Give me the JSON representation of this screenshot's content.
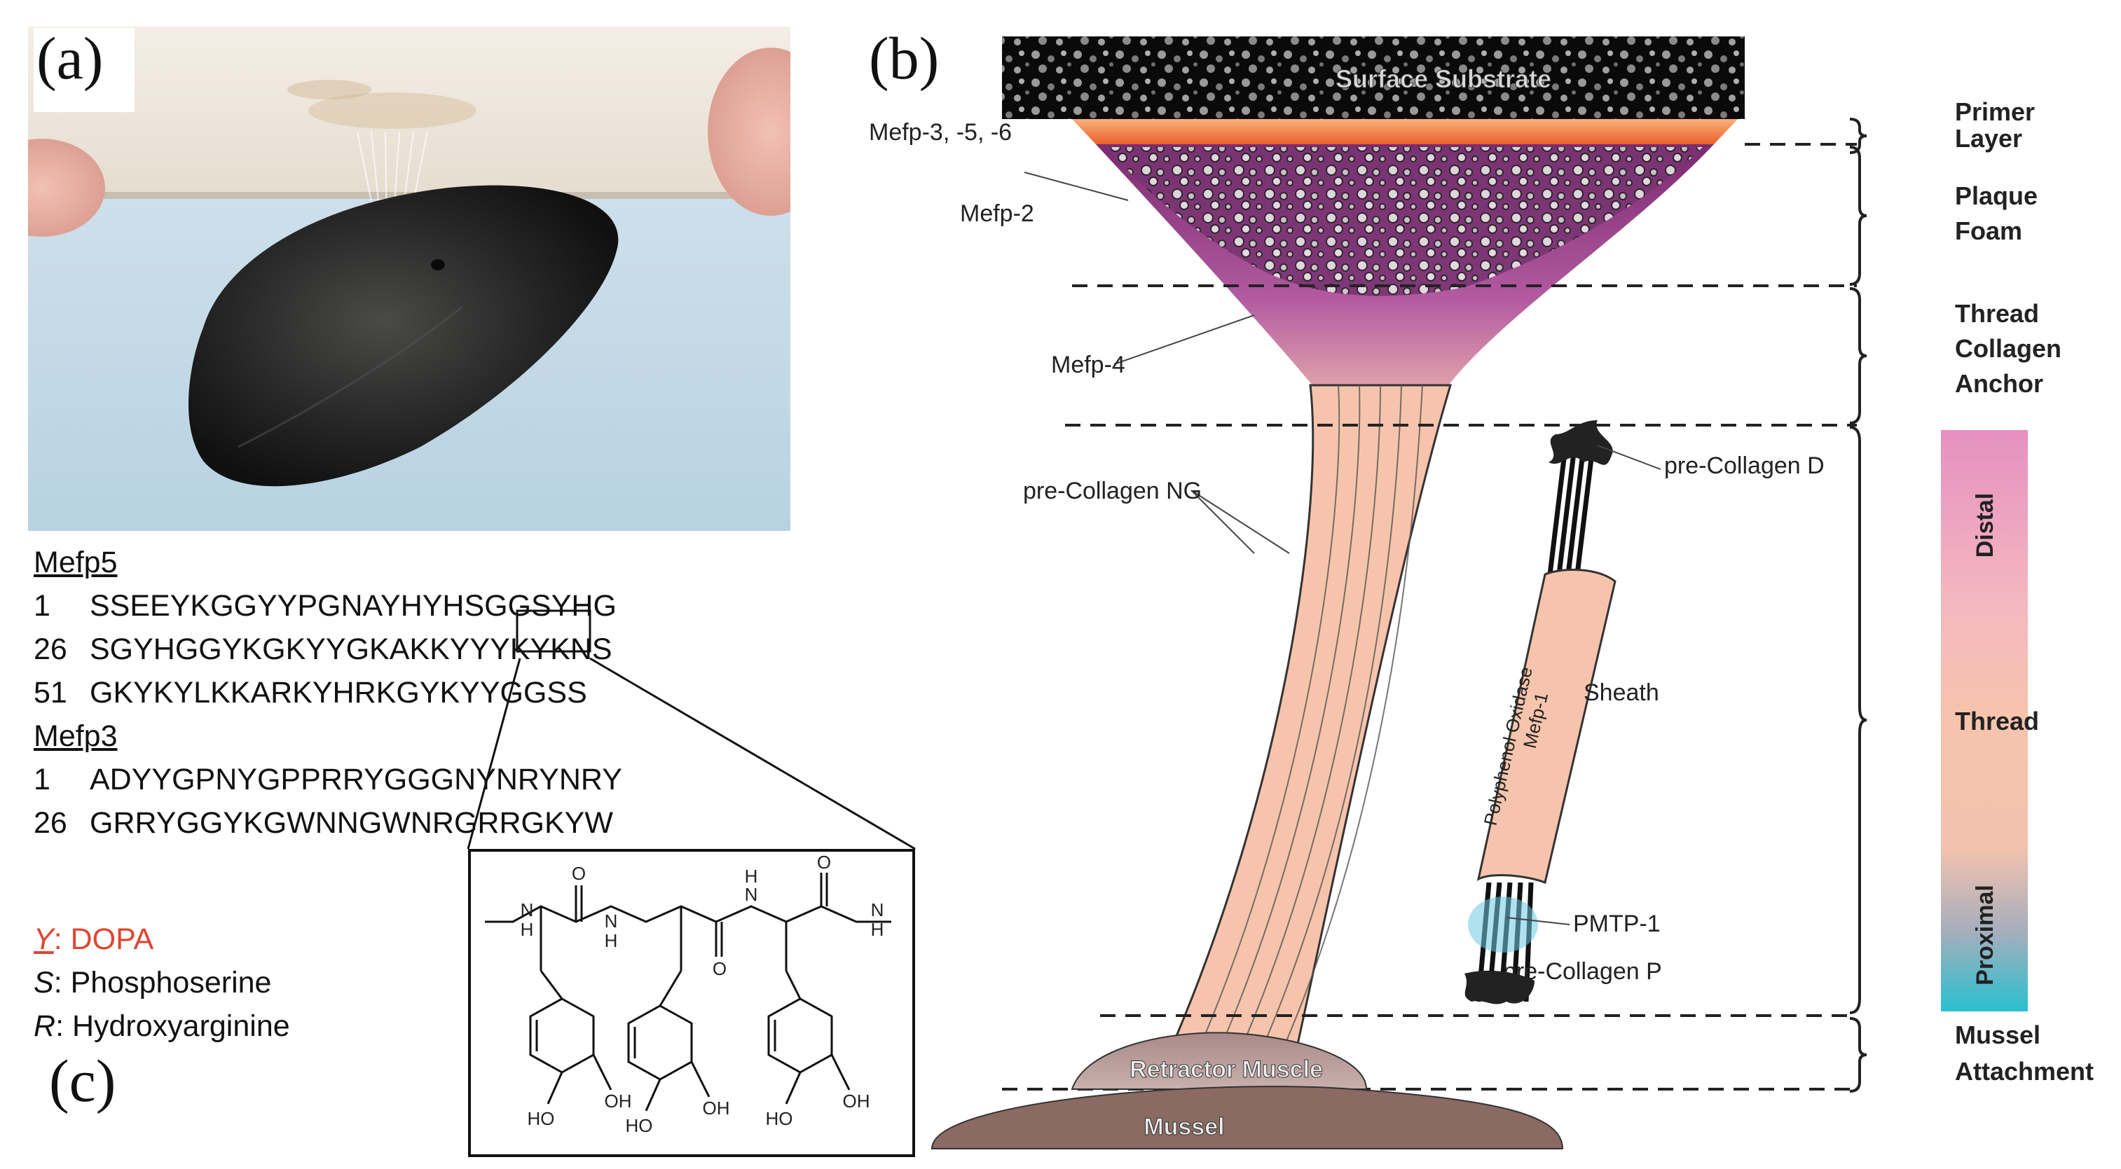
{
  "panels": {
    "a": "(a)",
    "b": "(b)",
    "c": "(c)"
  },
  "sequences": [
    {
      "name": "Mefp5",
      "rows": [
        {
          "num": "1",
          "seq": "SSEEYKGGYYPGNAYHYHSGGSYHG"
        },
        {
          "num": "26",
          "seq": "SGYHGGYKGKYYGKAKKYYYKYKNS"
        },
        {
          "num": "51",
          "seq": "GKYKYLKKARKYHRKGYKYYGGSS"
        }
      ]
    },
    {
      "name": "Mefp3",
      "rows": [
        {
          "num": "1",
          "seq": "ADYYGPNYGPPRRYGGGNYNRYNRY"
        },
        {
          "num": "26",
          "seq": "GRRYGGYKGWNNGWNRGRRGKYW"
        }
      ]
    }
  ],
  "legend": {
    "dopa": {
      "key": "Y",
      "text": ": DOPA"
    },
    "phosphoserine": {
      "key": "S",
      "text": ": Phosphoserine"
    },
    "hydroxyarginine": {
      "key": "R",
      "text": ": Hydroxyarginine"
    }
  },
  "chemistry": {
    "atoms": [
      "N",
      "H",
      "O",
      "N",
      "H",
      "O",
      "N",
      "H",
      "O",
      "N",
      "H",
      "HO",
      "OH",
      "HO",
      "OH",
      "HO",
      "OH"
    ]
  },
  "diagram": {
    "surface_substrate": "Surface Substrate",
    "labels": {
      "mefp356": "Mefp-3, -5, -6",
      "mefp2": "Mefp-2",
      "mefp4": "Mefp-4",
      "precollagen_ng": "pre-Collagen NG",
      "precollagen_d": "pre-Collagen D",
      "sheath": "Sheath",
      "polyphenol": "Polyphenol Oxidase",
      "mefp1": "Mefp-1",
      "pmtp1": "PMTP-1",
      "precollagen_p": "pre-Collagen P",
      "retractor_muscle": "Retractor Muscle",
      "mussel": "Mussel"
    },
    "regions": [
      {
        "line1": "Primer",
        "line2": "Layer",
        "line3": ""
      },
      {
        "line1": "Plaque",
        "line2": "Foam",
        "line3": ""
      },
      {
        "line1": "Thread",
        "line2": "Collagen",
        "line3": "Anchor"
      },
      {
        "line1": "Thread",
        "line2": "",
        "line3": ""
      },
      {
        "line1": "Mussel",
        "line2": "Attachment",
        "line3": ""
      }
    ],
    "gradient_bar": {
      "top": "Distal",
      "bottom": "Proximal"
    }
  },
  "colors": {
    "dopa": "#e0452f",
    "thread_peach": "#f6c4ac",
    "plaque_purple": "#8a3a7a",
    "primer_orange": "#f07838",
    "distal_pink": "#e690c0",
    "proximal_cyan": "#28c0d0"
  }
}
